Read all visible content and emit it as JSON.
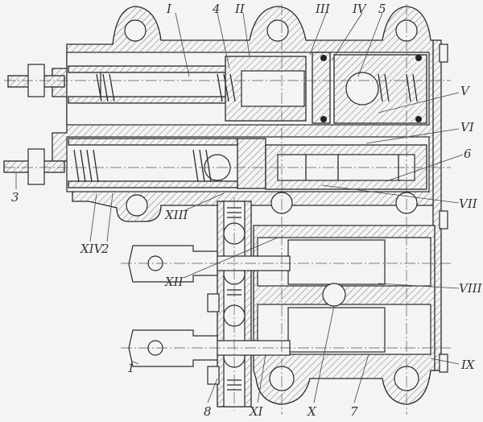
{
  "labels": {
    "I": "I",
    "II": "II",
    "III": "III",
    "IV": "IV",
    "V": "V",
    "VI": "VI",
    "VII": "VII",
    "VIII": "VIII",
    "IX": "IX",
    "X": "X",
    "XI": "XI",
    "XII": "XII",
    "XIII": "XIII",
    "XIV": "XIV",
    "n1": "1",
    "n2": "2",
    "n3": "3",
    "n4": "4",
    "n5": "5",
    "n6": "6",
    "n7": "7",
    "n8": "8"
  }
}
